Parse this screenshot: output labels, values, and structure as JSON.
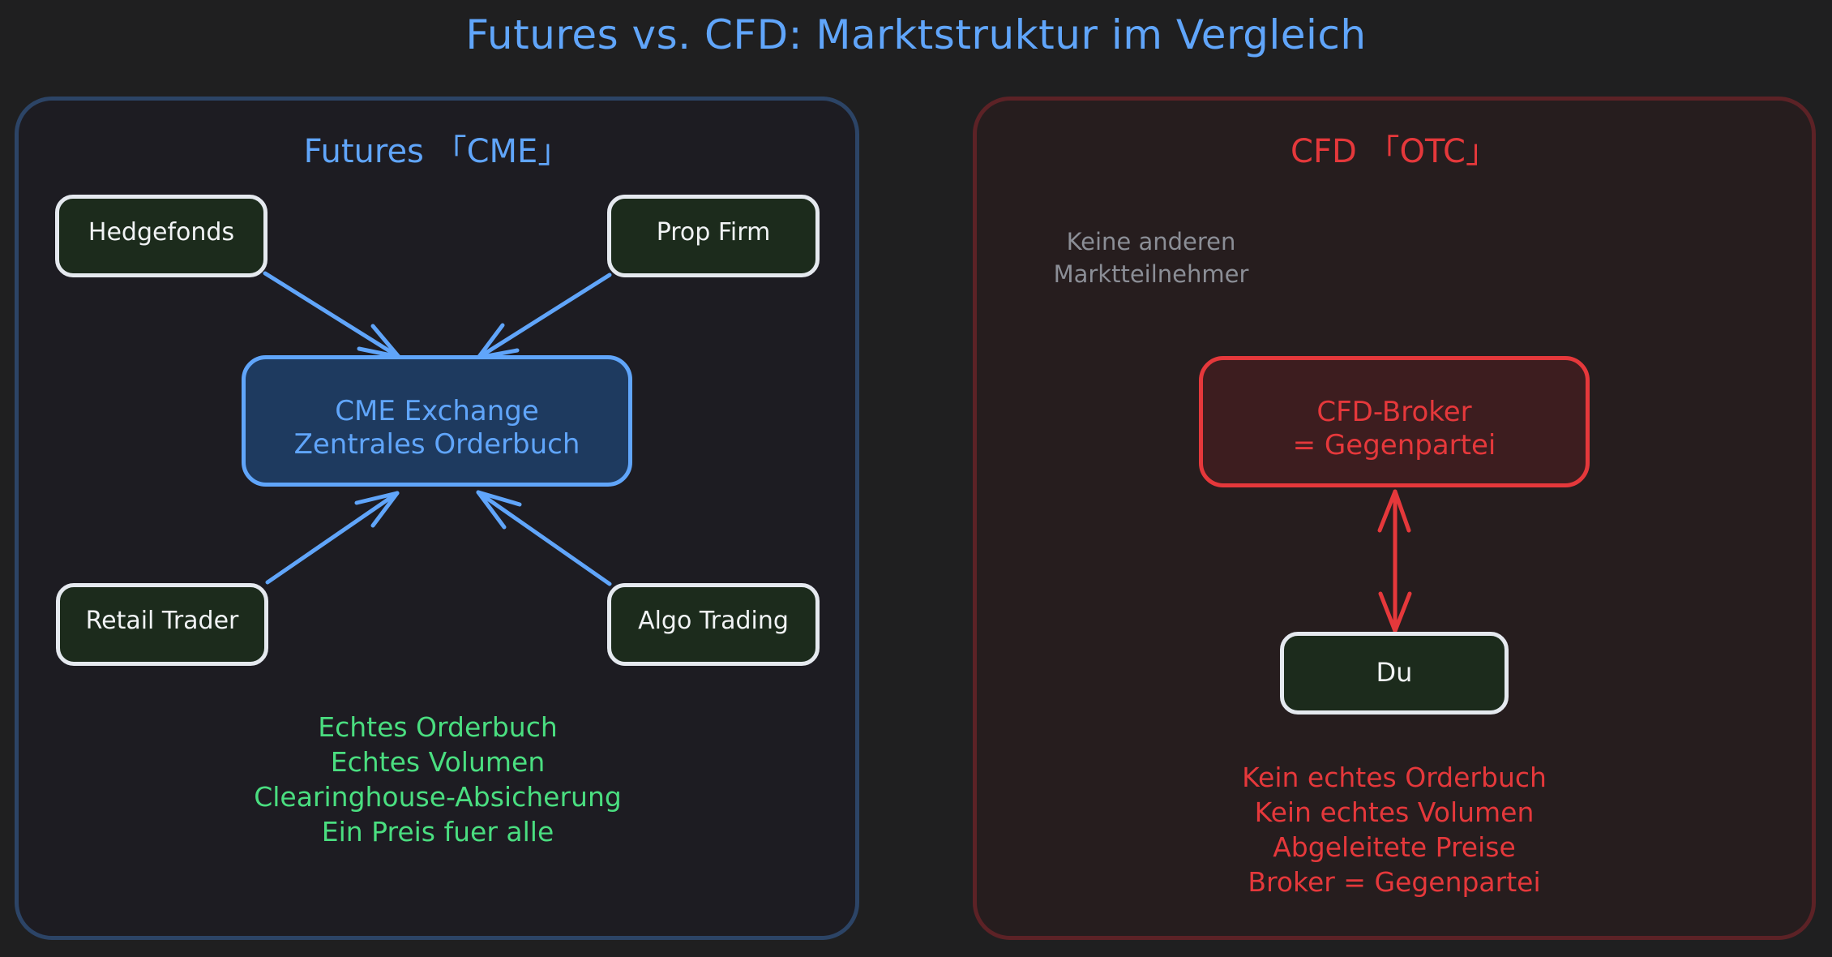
{
  "title": "Futures vs. CFD: Marktstruktur im Vergleich",
  "colors": {
    "background": "#1f1f20",
    "futures_accent": "#60a5fa",
    "cfd_accent": "#e5383b",
    "positive_note": "#4ade80",
    "participant_fill": "#1c2b1c",
    "participant_border": "#e5e9ef",
    "muted_text": "#8b8e96"
  },
  "futures_panel": {
    "title": "Futures 「CME」",
    "participants": [
      {
        "label": "Hedgefonds"
      },
      {
        "label": "Prop Firm"
      },
      {
        "label": "Retail Trader"
      },
      {
        "label": "Algo Trading"
      }
    ],
    "exchange": {
      "line1": "CME Exchange",
      "line2": "Zentrales Orderbuch"
    },
    "notes": [
      "Echtes Orderbuch",
      "Echtes Volumen",
      "Clearinghouse-Absicherung",
      "Ein Preis fuer alle"
    ]
  },
  "cfd_panel": {
    "title": "CFD 「OTC」",
    "hint": {
      "line1": "Keine anderen",
      "line2": "Marktteilnehmer"
    },
    "broker": {
      "line1": "CFD-Broker",
      "line2": "= Gegenpartei"
    },
    "you": {
      "label": "Du"
    },
    "notes": [
      "Kein echtes Orderbuch",
      "Kein echtes Volumen",
      "Abgeleitete Preise",
      "Broker = Gegenpartei"
    ]
  }
}
